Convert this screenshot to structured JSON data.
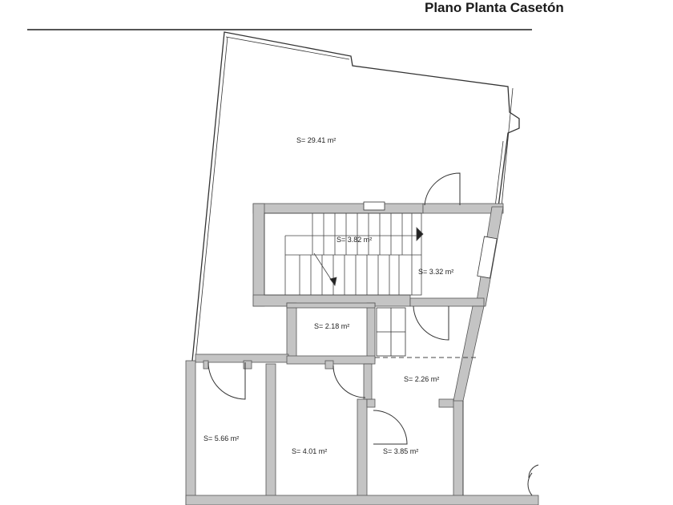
{
  "title": "Plano Planta Casetón",
  "rooms": [
    {
      "id": "large-room",
      "area": "S= 29.41 m²"
    },
    {
      "id": "stairwell",
      "area": "S= 3.82 m²"
    },
    {
      "id": "landing",
      "area": "S= 3.32 m²"
    },
    {
      "id": "small-room-center",
      "area": "S= 2.18 m²"
    },
    {
      "id": "corridor",
      "area": "S= 2.26 m²"
    },
    {
      "id": "room-bottom-left",
      "area": "S= 5.66 m²"
    },
    {
      "id": "room-bottom-middle",
      "area": "S= 4.01 m²"
    },
    {
      "id": "room-bottom-right",
      "area": "S= 3.85 m²"
    }
  ]
}
